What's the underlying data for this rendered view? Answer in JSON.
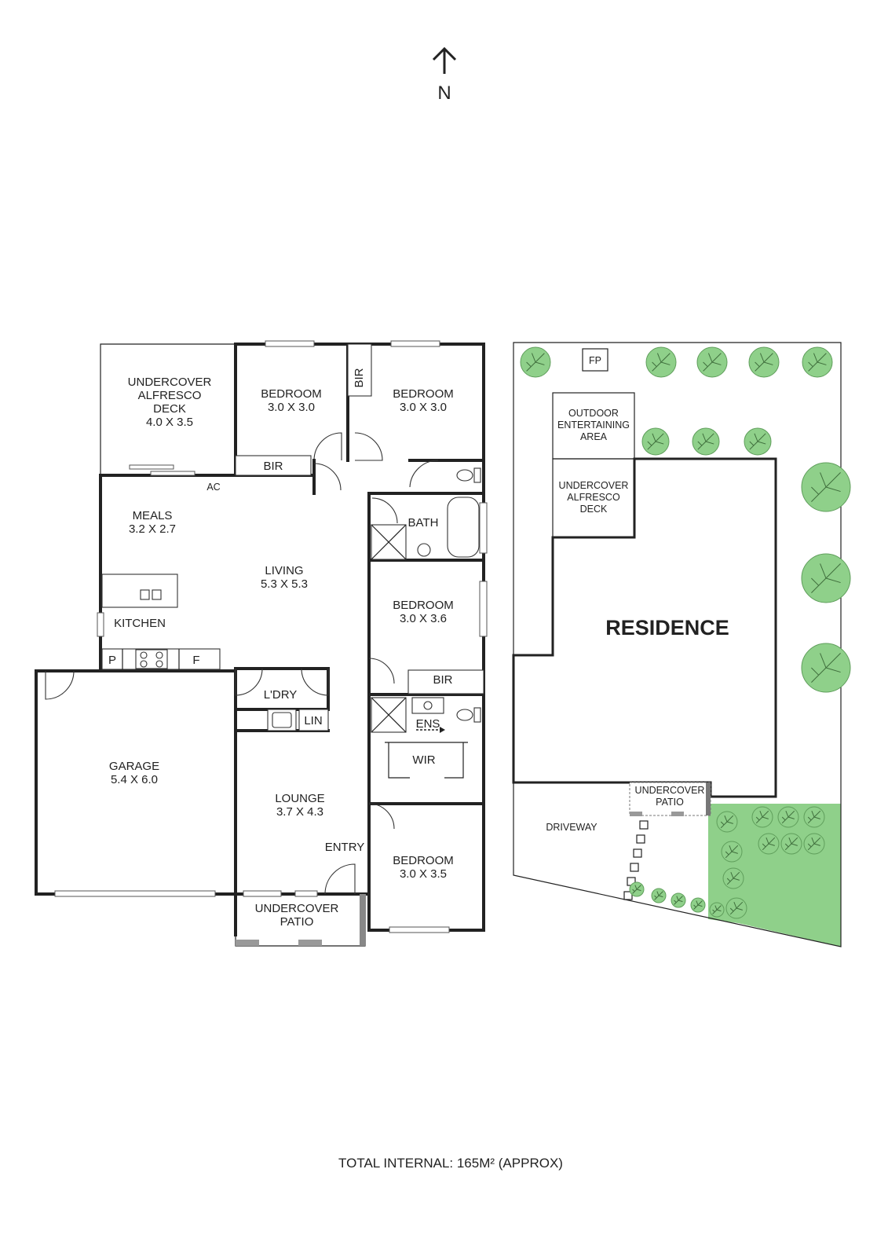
{
  "compass": {
    "label": "N"
  },
  "rooms": {
    "alfresco_line1": "UNDERCOVER",
    "alfresco_line2": "ALFRESCO",
    "alfresco_line3": "DECK",
    "alfresco_dims": "4.0 X 3.5",
    "bed1_name": "BEDROOM",
    "bed1_dims": "3.0 X 3.0",
    "bir_vertical": "BIR",
    "bed2_name": "BEDROOM",
    "bed2_dims": "3.0 X 3.0",
    "bir_bed1": "BIR",
    "ac": "AC",
    "meals_name": "MEALS",
    "meals_dims": "3.2 X 2.7",
    "bath": "BATH",
    "living_name": "LIVING",
    "living_dims": "5.3 X 5.3",
    "bed3_name": "BEDROOM",
    "bed3_dims": "3.0 X 3.6",
    "kitchen": "KITCHEN",
    "pantry": "P",
    "fridge": "F",
    "bir_bed3": "BIR",
    "laundry": "L'DRY",
    "linen": "LIN",
    "ens": "ENS",
    "wir": "WIR",
    "garage_name": "GARAGE",
    "garage_dims": "5.4 X 6.0",
    "lounge_name": "LOUNGE",
    "lounge_dims": "3.7 X 4.3",
    "entry": "ENTRY",
    "bed4_name": "BEDROOM",
    "bed4_dims": "3.0 X 3.5",
    "patio_line1": "UNDERCOVER",
    "patio_line2": "PATIO"
  },
  "site": {
    "fp": "FP",
    "outdoor_line1": "OUTDOOR",
    "outdoor_line2": "ENTERTAINING",
    "outdoor_line3": "AREA",
    "deck_line1": "UNDERCOVER",
    "deck_line2": "ALFRESCO",
    "deck_line3": "DECK",
    "residence": "RESIDENCE",
    "patio_line1": "UNDERCOVER",
    "patio_line2": "PATIO",
    "driveway": "DRIVEWAY"
  },
  "footer": {
    "total": "TOTAL INTERNAL:  165M² (APPROX)"
  },
  "colors": {
    "lawn": "#8fd08a",
    "wall": "#222222"
  }
}
